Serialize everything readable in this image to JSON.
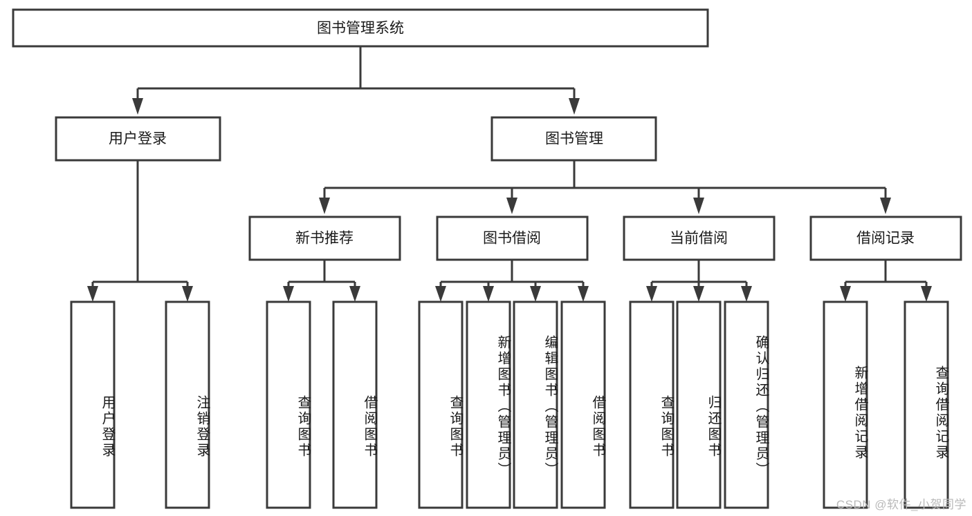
{
  "diagram": {
    "type": "tree-hierarchy",
    "title": "图书管理系统",
    "orientation": "top-down",
    "colors": {
      "box_stroke": "#3a3a3a",
      "box_fill": "#ffffff",
      "text": "#1a1a1a",
      "background": "#ffffff",
      "watermark": "#b9b9b9"
    },
    "root": {
      "label": "图书管理系统"
    },
    "level2": [
      {
        "id": "user-login",
        "label": "用户登录"
      },
      {
        "id": "book-manage",
        "label": "图书管理"
      }
    ],
    "level3": [
      {
        "id": "new-book-recommend",
        "label": "新书推荐",
        "parent": "book-manage"
      },
      {
        "id": "book-borrow",
        "label": "图书借阅",
        "parent": "book-manage"
      },
      {
        "id": "current-borrow",
        "label": "当前借阅",
        "parent": "book-manage"
      },
      {
        "id": "borrow-record",
        "label": "借阅记录",
        "parent": "book-manage"
      }
    ],
    "leaves": [
      {
        "id": "leaf-user-login",
        "label": "用户登录",
        "parent": "user-login"
      },
      {
        "id": "leaf-user-logout",
        "label": "注销登录",
        "parent": "user-login"
      },
      {
        "id": "leaf-query-book-1",
        "label": "查询图书",
        "parent": "new-book-recommend"
      },
      {
        "id": "leaf-borrow-book-1",
        "label": "借阅图书",
        "parent": "new-book-recommend"
      },
      {
        "id": "leaf-query-book-2",
        "label": "查询图书",
        "parent": "book-borrow"
      },
      {
        "id": "leaf-add-book",
        "label": "新增图书（管理员）",
        "parent": "book-borrow"
      },
      {
        "id": "leaf-edit-book",
        "label": "编辑图书（管理员）",
        "parent": "book-borrow"
      },
      {
        "id": "leaf-borrow-book-2",
        "label": "借阅图书",
        "parent": "book-borrow"
      },
      {
        "id": "leaf-query-book-3",
        "label": "查询图书",
        "parent": "current-borrow"
      },
      {
        "id": "leaf-return-book",
        "label": "归还图书",
        "parent": "current-borrow"
      },
      {
        "id": "leaf-confirm-return",
        "label": "确认归还（管理员）",
        "parent": "current-borrow"
      },
      {
        "id": "leaf-add-record",
        "label": "新增借阅记录",
        "parent": "borrow-record"
      },
      {
        "id": "leaf-query-record",
        "label": "查询借阅记录",
        "parent": "borrow-record"
      }
    ]
  },
  "watermark": {
    "text": "CSDN @软件_小贺同学"
  }
}
